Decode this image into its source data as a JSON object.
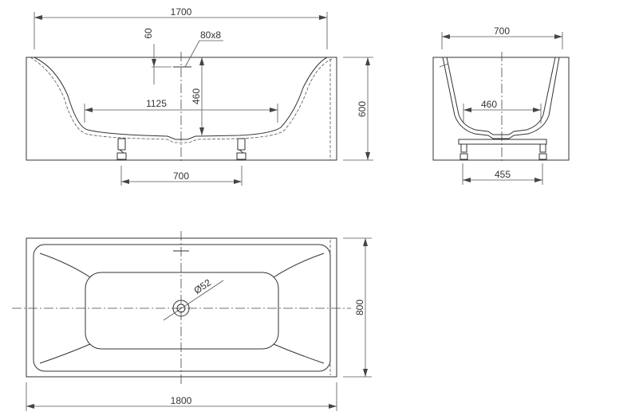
{
  "front_view": {
    "overall_length": "1700",
    "height": "600",
    "overflow_offset": "60",
    "overflow_size": "80x8",
    "inner_depth": "460",
    "bottom_length": "1125",
    "feet_spacing": "700"
  },
  "side_view": {
    "overall_width": "700",
    "bottom_width": "460",
    "feet_spacing": "455"
  },
  "top_view": {
    "drain_diameter": "Ø52",
    "width": "800",
    "length": "1800"
  }
}
